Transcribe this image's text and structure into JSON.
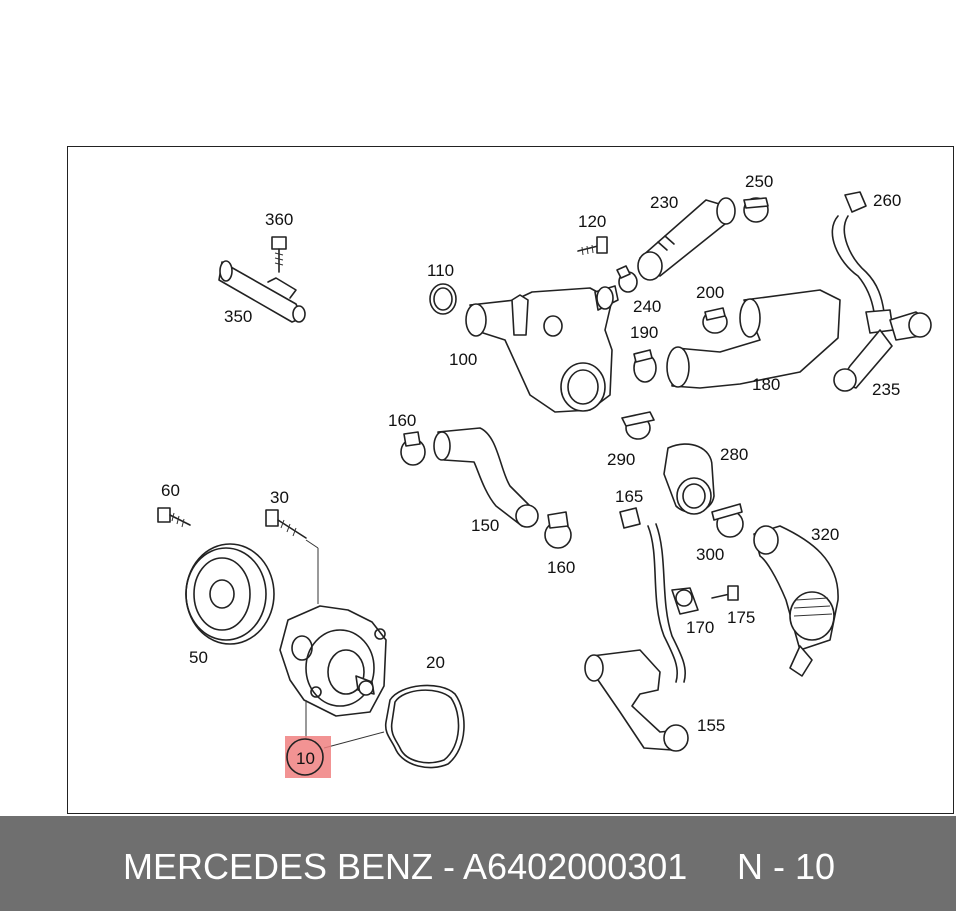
{
  "diagram": {
    "labels": {
      "p10": "10",
      "p20": "20",
      "p30": "30",
      "p50": "50",
      "p60": "60",
      "p100": "100",
      "p110": "110",
      "p120": "120",
      "p150": "150",
      "p155": "155",
      "p160a": "160",
      "p160b": "160",
      "p165": "165",
      "p170": "170",
      "p175": "175",
      "p180": "180",
      "p190": "190",
      "p200": "200",
      "p230": "230",
      "p235": "235",
      "p240": "240",
      "p250": "250",
      "p260": "260",
      "p280": "280",
      "p290": "290",
      "p300": "300",
      "p320": "320",
      "p350": "350",
      "p360": "360"
    },
    "highlight_color": "#f08080",
    "highlighted_part": "10"
  },
  "footer": {
    "brand_part": "MERCEDES BENZ - A6402000301",
    "position": "N - 10",
    "background": "#6f6f6f"
  }
}
